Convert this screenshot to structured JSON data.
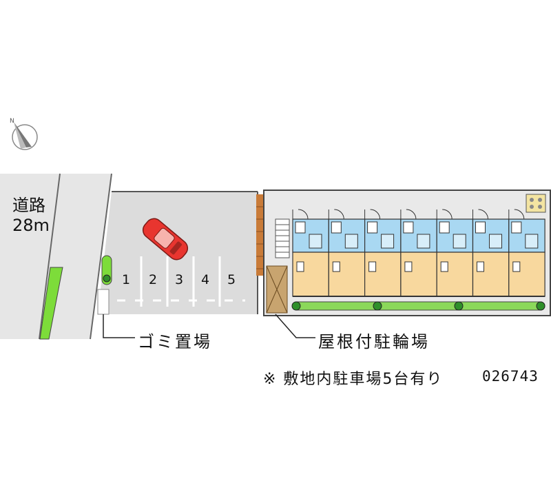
{
  "map": {
    "road": {
      "label": "道路",
      "width": "28m"
    },
    "parking_slots": [
      "1",
      "2",
      "3",
      "4",
      "5"
    ],
    "garbage_area": "ゴミ置場",
    "bicycle_parking": "屋根付駐輪場",
    "note": "※ 敷地内駐車場5台有り",
    "property_code": "026743",
    "colors": {
      "road": "#e6e6e6",
      "lot": "#dcdcdc",
      "grass": "#7ddc3a",
      "room_blue": "#a9d8f2",
      "room_orange": "#f8d89e",
      "car": "#e8352f",
      "brick": "#c97b38",
      "tree": "#2f8f2a"
    },
    "icons": [
      "compass-icon",
      "car-icon",
      "tree-icon"
    ]
  }
}
